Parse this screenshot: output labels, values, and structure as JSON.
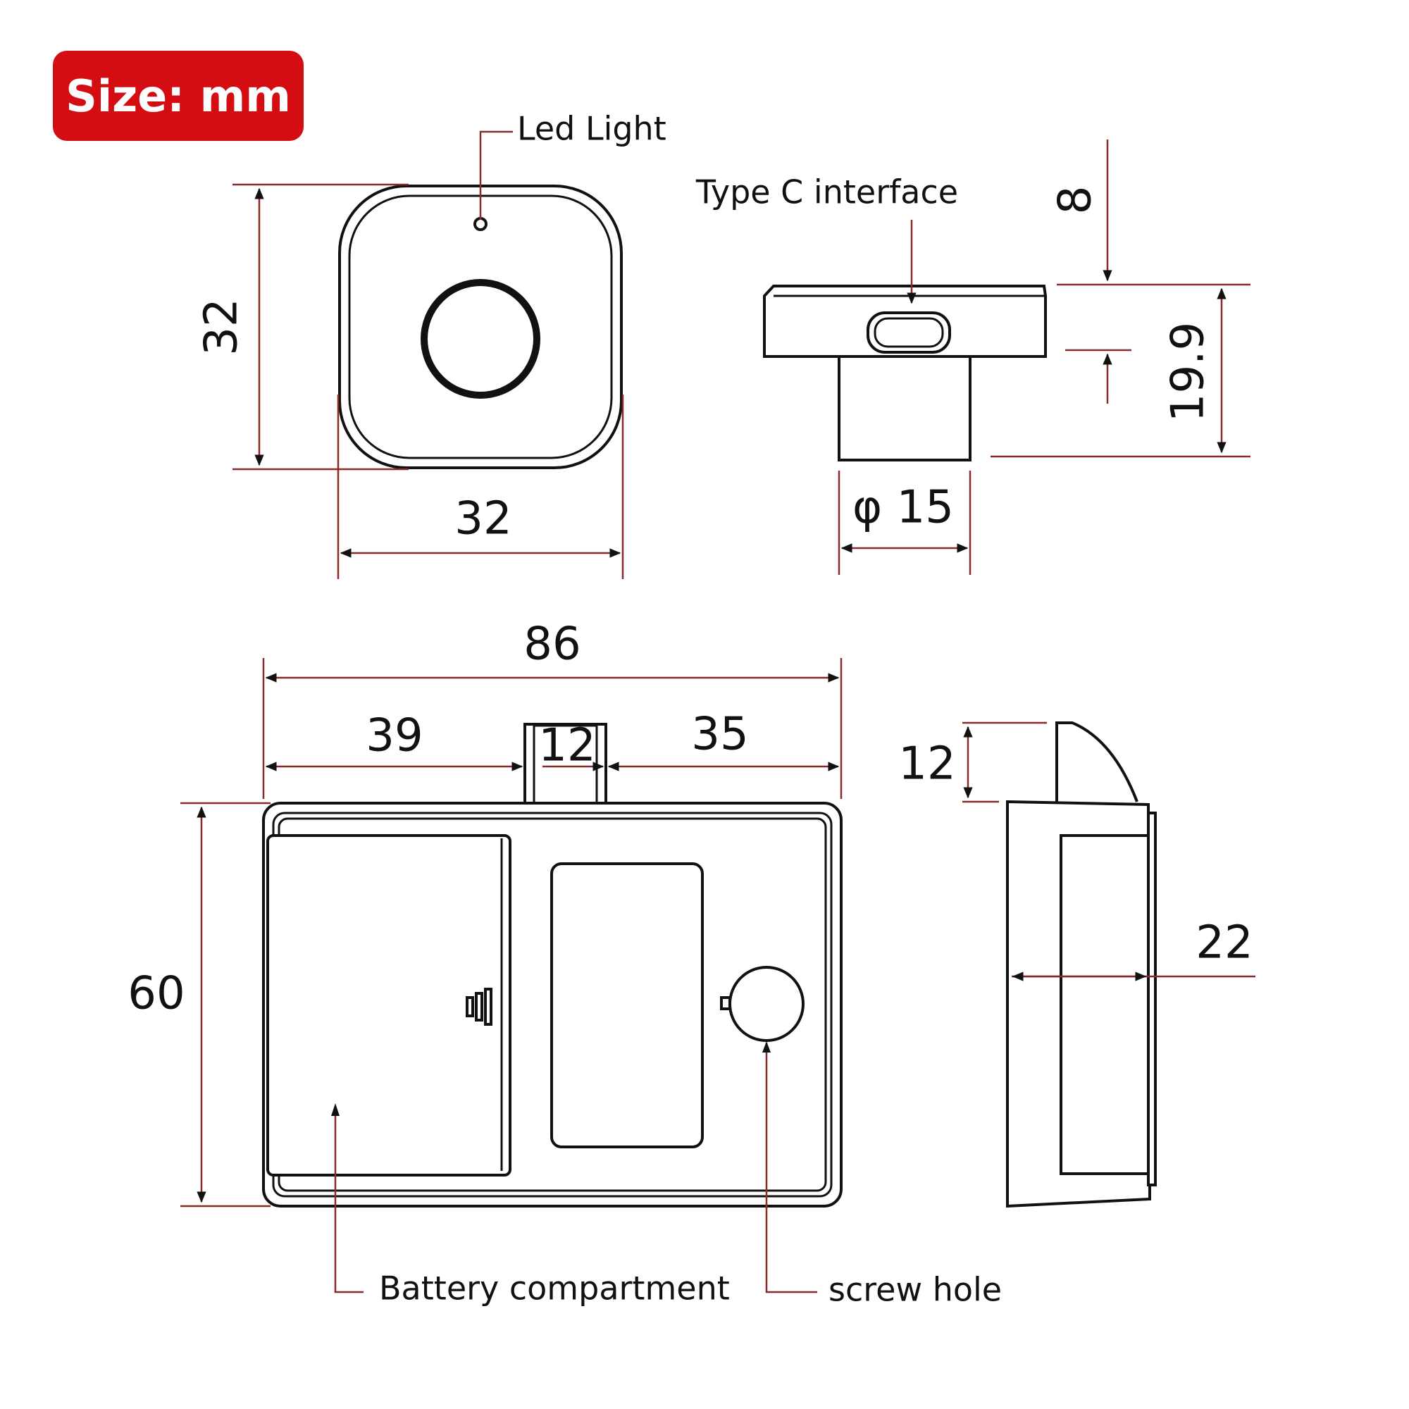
{
  "size_badge": "Size: mm",
  "labels": {
    "led_light": "Led Light",
    "type_c": "Type C interface",
    "battery": "Battery compartment",
    "screw_hole": "screw hole"
  },
  "dimensions": {
    "front_height": "32",
    "front_width": "32",
    "side_top": "8",
    "side_total": "19.9",
    "diameter": "φ 15",
    "body_width": "86",
    "left_offset": "39",
    "tab_width": "12",
    "right_offset": "35",
    "body_height": "60",
    "latch_height": "12",
    "body_depth": "22"
  },
  "colors": {
    "badge": "#d40d12",
    "dimension_line": "#8a2b2b",
    "outline": "#111111"
  }
}
